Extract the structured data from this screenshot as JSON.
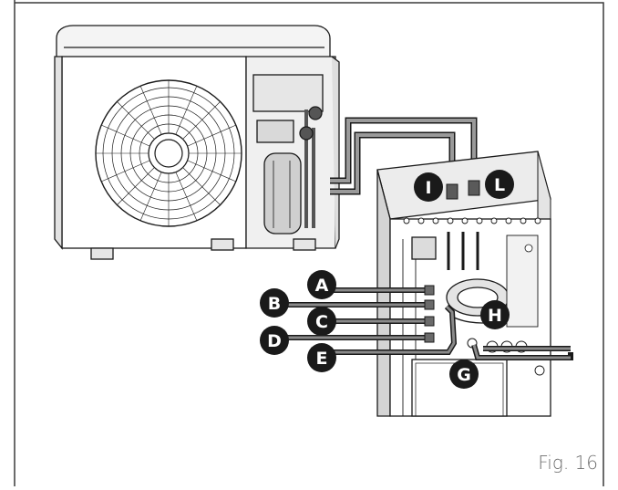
{
  "figure": {
    "caption": "Fig. 16"
  },
  "callouts": [
    {
      "id": "A",
      "label": "A"
    },
    {
      "id": "B",
      "label": "B"
    },
    {
      "id": "C",
      "label": "C"
    },
    {
      "id": "D",
      "label": "D"
    },
    {
      "id": "E",
      "label": "E"
    },
    {
      "id": "G",
      "label": "G"
    },
    {
      "id": "H",
      "label": "H"
    },
    {
      "id": "I",
      "label": "I"
    },
    {
      "id": "L",
      "label": "L"
    }
  ],
  "colors": {
    "line": "#1a1a1a",
    "pipe": "#8a8a8a",
    "callout_fill": "#1a1a1a",
    "callout_text": "#ffffff",
    "panel_shade": "#d4d4d4",
    "frame": "#3a3a3a"
  },
  "icons": [
    "outdoor-unit-illustration",
    "indoor-unit-illustration",
    "fan-grille",
    "pipe-connector"
  ]
}
